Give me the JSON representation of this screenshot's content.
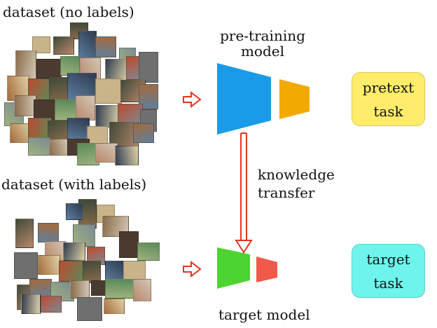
{
  "labels": {
    "dataset_unlabeled": "dataset (no labels)",
    "pretraining_line1": "pre-training",
    "pretraining_line2": "model",
    "dataset_labeled": "dataset (with labels)",
    "transfer_line1": "knowledge",
    "transfer_line2": "transfer",
    "target_model": "target model"
  },
  "tasks": {
    "pretext_line1": "pretext",
    "pretext_line2": "task",
    "target_line1": "target",
    "target_line2": "task"
  },
  "colors": {
    "pretrain_encoder": "#1a9be8",
    "pretrain_head": "#f2a900",
    "target_encoder": "#4cd430",
    "target_head": "#f15a4a",
    "pretext_box": "#ffec6b",
    "target_box": "#6ef4ec",
    "arrow": "#e8321e"
  },
  "image_palette": [
    "#8a6b4a",
    "#5d7fa0",
    "#c9b48a",
    "#3f4a3a",
    "#a56a3a",
    "#7b8a95",
    "#d2c7b5",
    "#4a3a30",
    "#9fb27c",
    "#b9876a",
    "#2f3b4e",
    "#c04a2e",
    "#6f6f6f",
    "#e0d2a8",
    "#5a8a5a"
  ]
}
